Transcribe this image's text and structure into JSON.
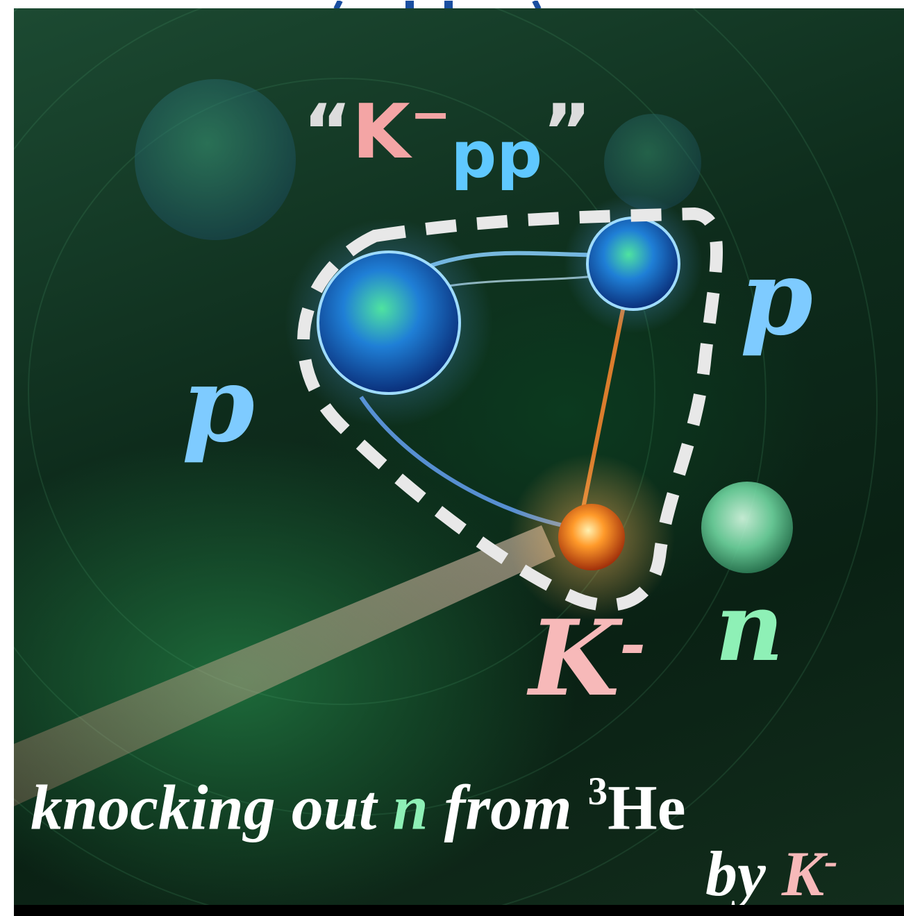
{
  "title": {
    "open_quote": "“",
    "k_label": "K",
    "k_charge": "−",
    "pp_label": "pp",
    "close_quote": "”"
  },
  "particles": {
    "proton_right": "p",
    "proton_left": "p",
    "kaon_label": "K",
    "kaon_charge": "-",
    "neutron_label": "n"
  },
  "caption": {
    "line1_a": "knocking out ",
    "line1_n": "n",
    "line1_b": " from ",
    "line1_mass": "3",
    "line1_he": "He",
    "line2_by": "by ",
    "line2_k": "K",
    "line2_charge": "-"
  },
  "colors": {
    "proton": "#7ecbff",
    "kaon": "#f7b9b9",
    "neutron": "#8ef0b6",
    "white": "#ffffff",
    "quote_gray": "#dcdcdc",
    "title_k": "#f4a5a5",
    "title_pp": "#5fc8ff",
    "dash": "#e8e8e8"
  },
  "icons": {
    "proton_sphere": "sphere-blue",
    "kaon_sphere": "sphere-fire",
    "neutron_sphere": "sphere-green"
  }
}
